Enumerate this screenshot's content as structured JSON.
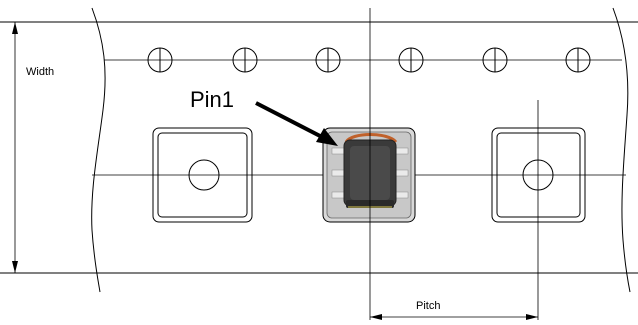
{
  "diagram": {
    "labels": {
      "width": "Width",
      "pin1": "Pin1",
      "pitch": "Pitch"
    },
    "colors": {
      "line": "#000000",
      "component_body": "#3a3a3a",
      "component_shadow": "#9a9a9a",
      "pad": "#e8e8e8",
      "coil": "#c0612b"
    }
  }
}
